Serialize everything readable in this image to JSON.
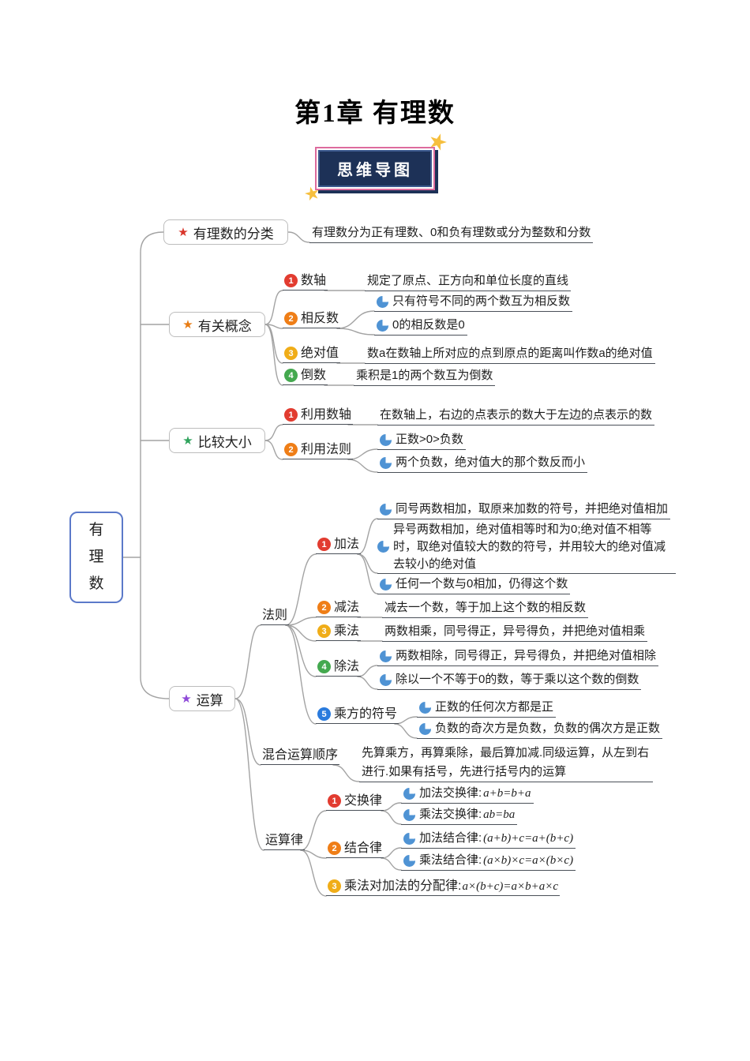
{
  "page": {
    "title": "第1章 有理数",
    "badge": "思维导图"
  },
  "icons": {
    "star": "★"
  },
  "colors": {
    "num1": "#e23c30",
    "num2": "#ef7e17",
    "num3": "#f0ad18",
    "num4": "#44a94f",
    "num5": "#2a7bdd",
    "pie": "#4f93d4",
    "root_border": "#5b79c9",
    "star_classify": "#d9352a",
    "star_concepts": "#e87c14",
    "star_compare": "#2fa35c",
    "star_operations": "#8e49d8",
    "badge_bg": "#1d3157",
    "badge_border": "#dd6b9d",
    "badge_star": "#f6bf3e"
  },
  "root": {
    "label": "有\n理\n数"
  },
  "classify": {
    "label": "有理数的分类",
    "desc": "有理数分为正有理数、0和负有理数或分为整数和分数"
  },
  "concepts": {
    "label": "有关概念",
    "axis": {
      "num": "1",
      "label": "数轴",
      "desc": "规定了原点、正方向和单位长度的直线"
    },
    "opposite": {
      "num": "2",
      "label": "相反数",
      "leaf1": "只有符号不同的两个数互为相反数",
      "leaf2": "0的相反数是0"
    },
    "abs": {
      "num": "3",
      "label": "绝对值",
      "desc": "数a在数轴上所对应的点到原点的距离叫作数a的绝对值"
    },
    "reciprocal": {
      "num": "4",
      "label": "倒数",
      "desc": "乘积是1的两个数互为倒数"
    }
  },
  "compare": {
    "label": "比较大小",
    "axis": {
      "num": "1",
      "label": "利用数轴",
      "desc": "在数轴上，右边的点表示的数大于左边的点表示的数"
    },
    "rule": {
      "num": "2",
      "label": "利用法则",
      "leaf1": "正数>0>负数",
      "leaf2": "两个负数，绝对值大的那个数反而小"
    }
  },
  "operations": {
    "label": "运算",
    "rules": {
      "label": "法则",
      "add": {
        "num": "1",
        "label": "加法",
        "leaf1": "同号两数相加，取原来加数的符号，并把绝对值相加",
        "leaf2": "异号两数相加，绝对值相等时和为0;绝对值不相等时，取绝对值较大的数的符号，并用较大的绝对值减去较小的绝对值",
        "leaf3": "任何一个数与0相加，仍得这个数"
      },
      "sub": {
        "num": "2",
        "label": "减法",
        "desc": "减去一个数，等于加上这个数的相反数"
      },
      "mul": {
        "num": "3",
        "label": "乘法",
        "desc": "两数相乘，同号得正，异号得负，并把绝对值相乘"
      },
      "div": {
        "num": "4",
        "label": "除法",
        "leaf1": "两数相除，同号得正，异号得负，并把绝对值相除",
        "leaf2": "除以一个不等于0的数，等于乘以这个数的倒数"
      },
      "power": {
        "num": "5",
        "label": "乘方的符号",
        "leaf1": "正数的任何次方都是正",
        "leaf2": "负数的奇次方是负数，负数的偶次方是正数"
      }
    },
    "order": {
      "label": "混合运算顺序",
      "desc": "先算乘方，再算乘除，最后算加减.同级运算，从左到右进行.如果有括号，先进行括号内的运算"
    },
    "laws": {
      "label": "运算律",
      "commutative": {
        "num": "1",
        "label": "交换律",
        "leaf1_label": "加法交换律:",
        "leaf1_formula": "a+b=b+a",
        "leaf2_label": "乘法交换律:",
        "leaf2_formula": "ab=ba"
      },
      "associative": {
        "num": "2",
        "label": "结合律",
        "leaf1_label": "加法结合律:",
        "leaf1_formula": "(a+b)+c=a+(b+c)",
        "leaf2_label": "乘法结合律:",
        "leaf2_formula": "(a×b)×c=a×(b×c)"
      },
      "distributive": {
        "num": "3",
        "label": "乘法对加法的分配律:",
        "formula": "a×(b+c)=a×b+a×c"
      }
    }
  }
}
